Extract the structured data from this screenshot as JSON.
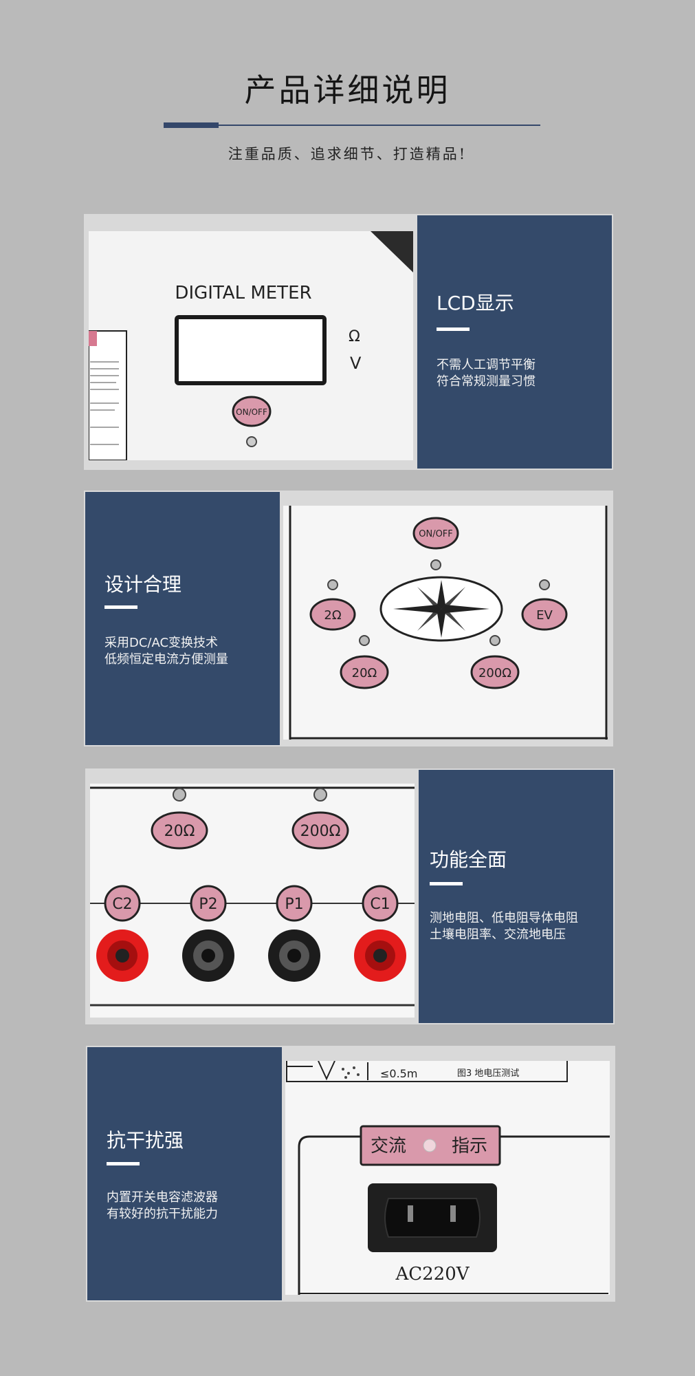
{
  "header": {
    "title": "产品详细说明",
    "subtitle": "注重品质、追求细节、打造精品!"
  },
  "sections": [
    {
      "title": "LCD显示",
      "desc": "不需人工调节平衡\n符合常规测量习惯",
      "photo": {
        "meter_label": "DIGITAL METER",
        "unit_ohm": "Ω",
        "unit_v": "V",
        "on_off": "ON/OFF"
      }
    },
    {
      "title": "设计合理",
      "desc": "采用DC/AC变换技术\n低频恒定电流方便测量",
      "photo": {
        "on_off": "ON/OFF",
        "range_2": "2Ω",
        "range_ev": "EV",
        "range_20": "20Ω",
        "range_200": "200Ω"
      }
    },
    {
      "title": "功能全面",
      "desc": "测地电阻、低电阻导体电阻\n土壤电阻率、交流地电压",
      "photo": {
        "range_20": "20Ω",
        "range_200": "200Ω",
        "term_c2": "C2",
        "term_p2": "P2",
        "term_p1": "P1",
        "term_c1": "C1"
      }
    },
    {
      "title": "抗干扰强",
      "desc": "内置开关电容滤波器\n有较好的抗干扰能力",
      "photo": {
        "distance": "≤0.5m",
        "fig_caption": "图3 地电压测试",
        "ac_left": "交流",
        "ac_right": "指示",
        "socket_label": "AC220V"
      }
    }
  ]
}
